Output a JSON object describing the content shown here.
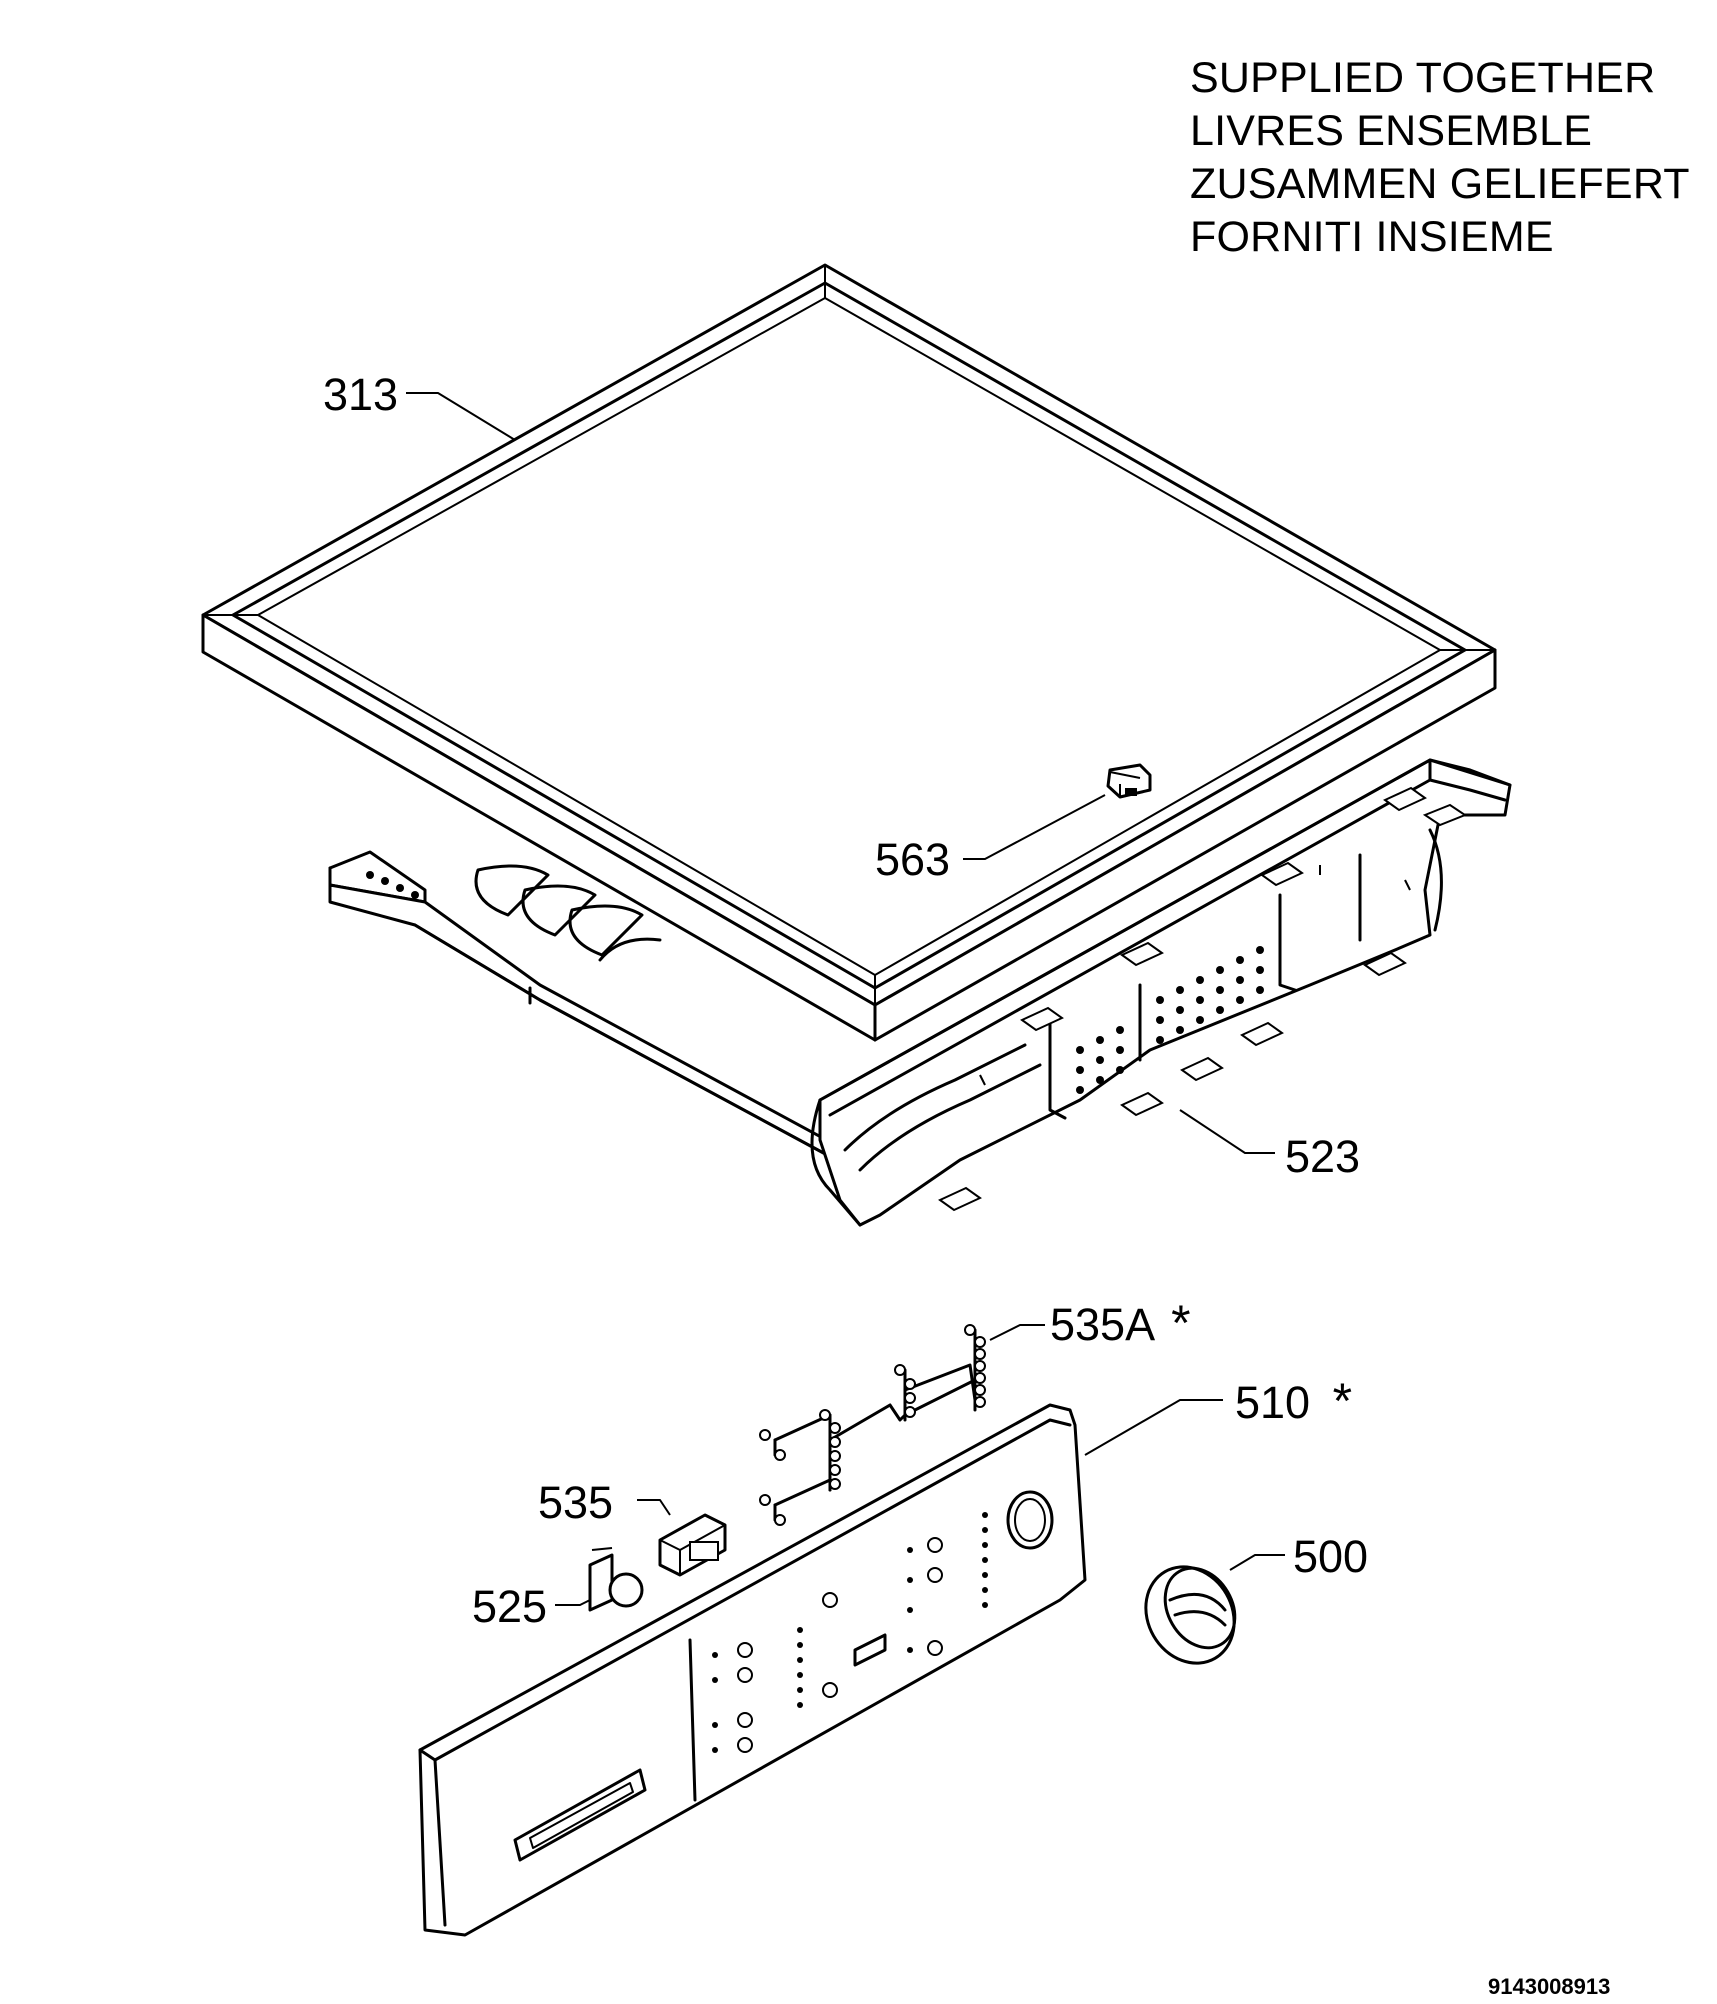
{
  "note": {
    "lines": [
      "SUPPLIED TOGETHER",
      "LIVRES ENSEMBLE",
      "ZUSAMMEN GELIEFERT",
      "FORNITI INSIEME"
    ]
  },
  "callouts": {
    "top_cover": "313",
    "hinge_clip": "563",
    "panel_frame": "523",
    "light_guide_a": "535A",
    "light_guide_a_mark": "*",
    "control_panel": "510",
    "control_panel_mark": "*",
    "light_guide": "535",
    "knob": "500",
    "push_button": "525"
  },
  "diagram_code": "9143008913"
}
